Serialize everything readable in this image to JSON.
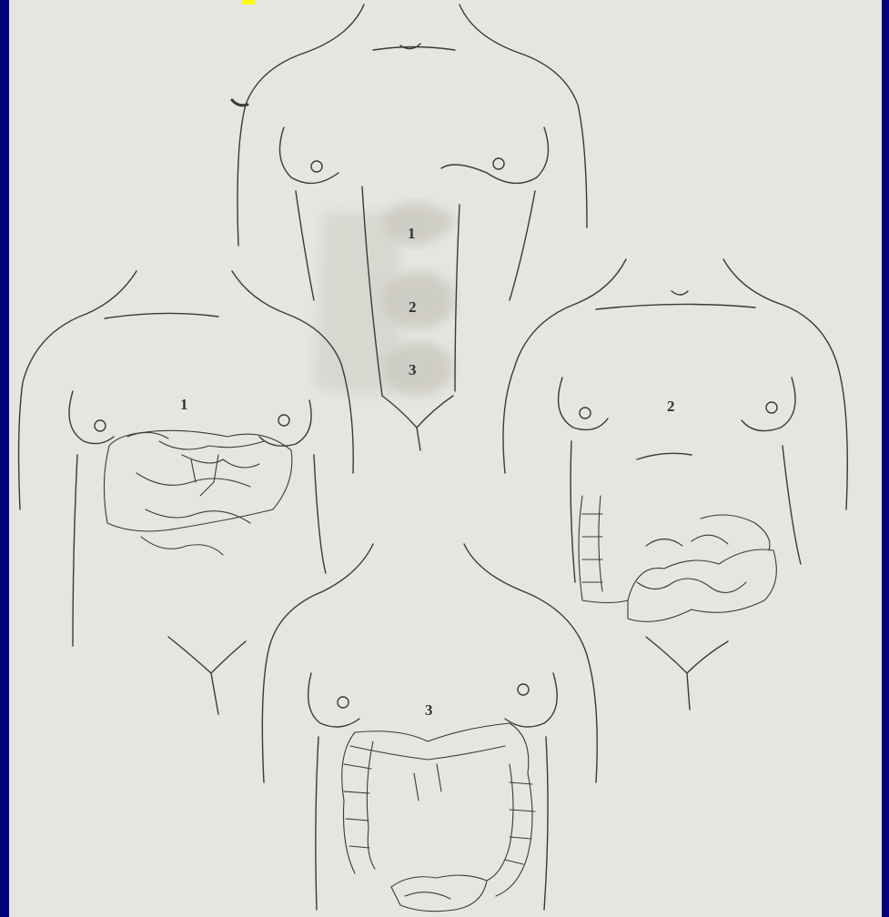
{
  "colors": {
    "frame": "#00007a",
    "paper": "#e6e5df",
    "ink": "#3a3a3a",
    "shade": "#c9c8c0",
    "marker": "#ffff00"
  },
  "figures": {
    "top_torso": {
      "regions": [
        {
          "label": "1"
        },
        {
          "label": "2"
        },
        {
          "label": "3"
        }
      ]
    },
    "left_torso": {
      "label": "1"
    },
    "right_torso": {
      "label": "2"
    },
    "bottom_torso": {
      "label": "3"
    }
  }
}
